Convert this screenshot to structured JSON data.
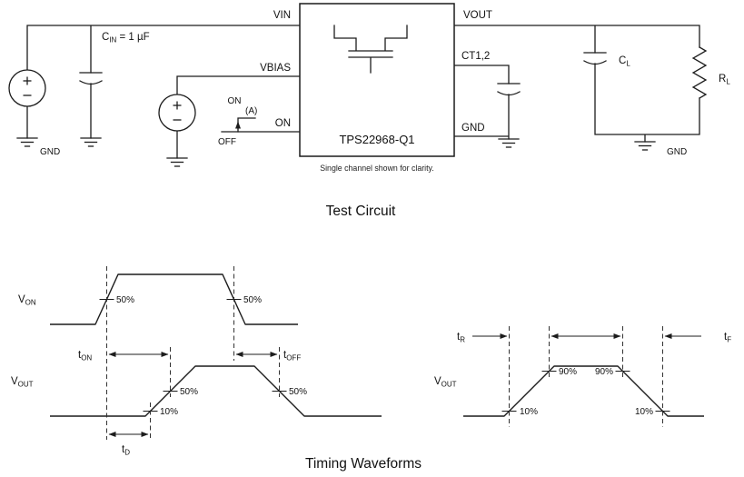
{
  "test_circuit": {
    "title": "Test Circuit",
    "ic": {
      "name": "TPS22968-Q1",
      "note": "Single channel shown for clarity."
    },
    "pins": {
      "vin": "VIN",
      "vbias": "VBIAS",
      "on": "ON",
      "vout": "VOUT",
      "ct": "CT1,2",
      "gnd": "GND"
    },
    "labels": {
      "cin_pre": "C",
      "cin_sub": "IN",
      "cin_post": " = 1 µF",
      "cl_pre": "C",
      "cl_sub": "L",
      "rl_pre": "R",
      "rl_sub": "L",
      "gnd_left": "GND",
      "gnd_right": "GND"
    },
    "on_step": {
      "on": "ON",
      "off": "OFF",
      "ref": "(A)"
    }
  },
  "waveforms": {
    "title": "Timing Waveforms",
    "left": {
      "von_pre": "V",
      "von_sub": "ON",
      "vout_pre": "V",
      "vout_sub": "OUT",
      "ton_pre": "t",
      "ton_sub": "ON",
      "toff_pre": "t",
      "toff_sub": "OFF",
      "td_pre": "t",
      "td_sub": "D",
      "pct50": "50%",
      "pct10": "10%"
    },
    "right": {
      "vout_pre": "V",
      "vout_sub": "OUT",
      "tr_pre": "t",
      "tr_sub": "R",
      "tf_pre": "t",
      "tf_sub": "F",
      "pct10": "10%",
      "pct90": "90%"
    }
  }
}
